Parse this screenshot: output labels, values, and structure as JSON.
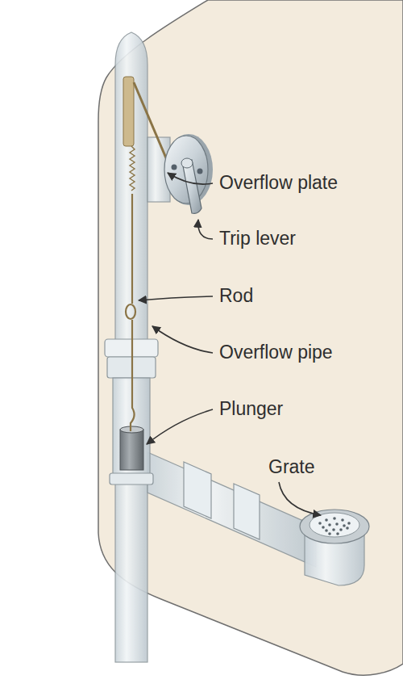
{
  "diagram": {
    "labels": [
      "Overflow plate",
      "Trip lever",
      "Rod",
      "Overflow pipe",
      "Plunger",
      "Grate"
    ]
  }
}
